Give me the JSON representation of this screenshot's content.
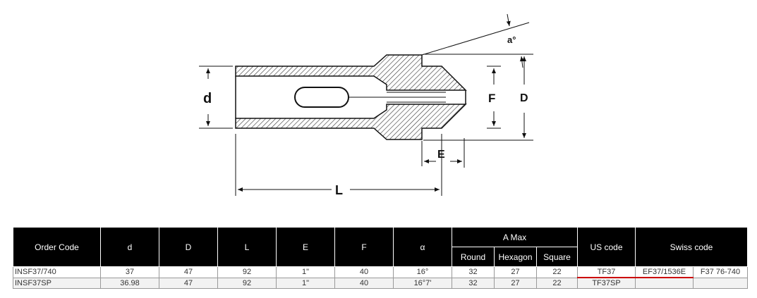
{
  "diagram": {
    "labels": {
      "d": "d",
      "D": "D",
      "F": "F",
      "E": "E",
      "L": "L",
      "a": "a°"
    }
  },
  "table": {
    "headers": {
      "order_code": "Order Code",
      "d": "d",
      "D": "D",
      "L": "L",
      "E": "E",
      "F": "F",
      "alpha": "α",
      "a_max": "A Max",
      "round": "Round",
      "hexagon": "Hexagon",
      "square": "Square",
      "us_code": "US code",
      "swiss_code": "Swiss code"
    },
    "rows": [
      {
        "order_code": "INSF37/740",
        "d": "37",
        "D": "47",
        "L": "92",
        "E": "1\"",
        "F": "40",
        "alpha": "16°",
        "round": "32",
        "hexagon": "27",
        "square": "22",
        "us_code": "TF37",
        "swiss_code_1": "EF37/1536E",
        "swiss_code_2": "F37 76-740"
      },
      {
        "order_code": "INSF37SP",
        "d": "36.98",
        "D": "47",
        "L": "92",
        "E": "1\"",
        "F": "40",
        "alpha": "16°7'",
        "round": "32",
        "hexagon": "27",
        "square": "22",
        "us_code": "TF37SP",
        "swiss_code_1": "",
        "swiss_code_2": ""
      }
    ]
  }
}
